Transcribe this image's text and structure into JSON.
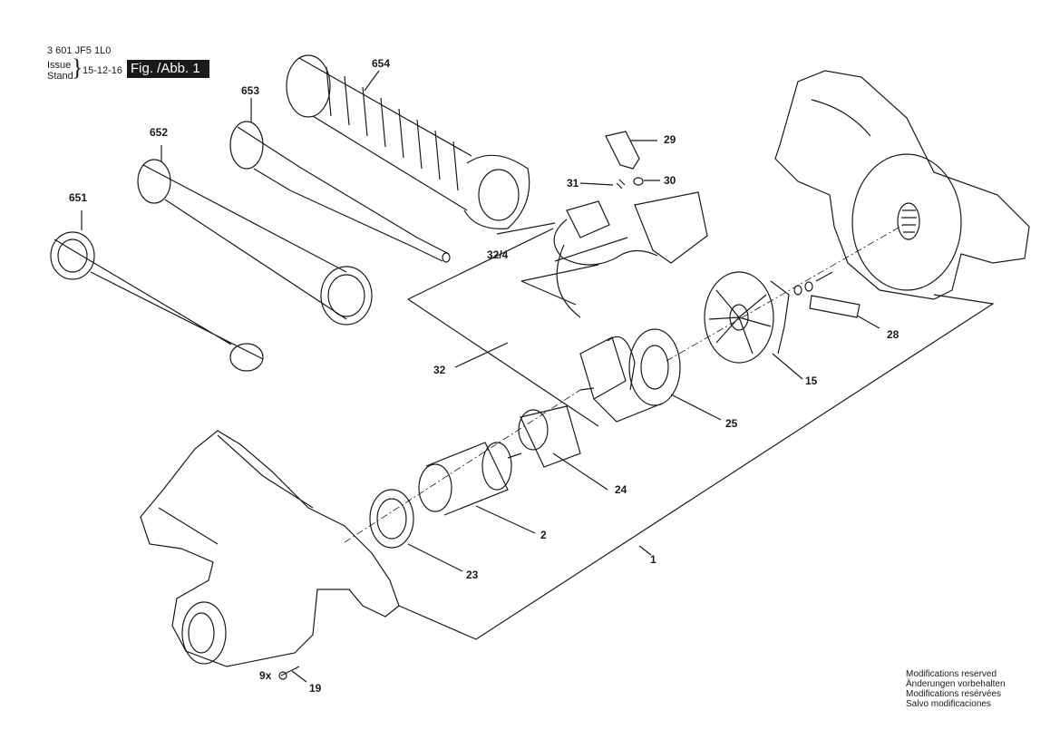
{
  "header": {
    "part_code": "3 601 JF5 1L0",
    "issue_label": "Issue",
    "stand_label": "Stand",
    "date": "15-12-16",
    "figure_label": "Fig. /Abb. 1"
  },
  "labels": {
    "p1": "1",
    "p2": "2",
    "p15": "15",
    "p19": "19",
    "p23": "23",
    "p24": "24",
    "p25": "25",
    "p28": "28",
    "p29": "29",
    "p30": "30",
    "p31": "31",
    "p32": "32",
    "p32_4": "32/4",
    "p651": "651",
    "p652": "652",
    "p653": "653",
    "p654": "654",
    "qty_9x": "9x"
  },
  "footer": {
    "lines": [
      "Modifications reserved",
      "Änderungen vorbehalten",
      "Modifications resérvées",
      "Salvo modificaciones"
    ]
  }
}
